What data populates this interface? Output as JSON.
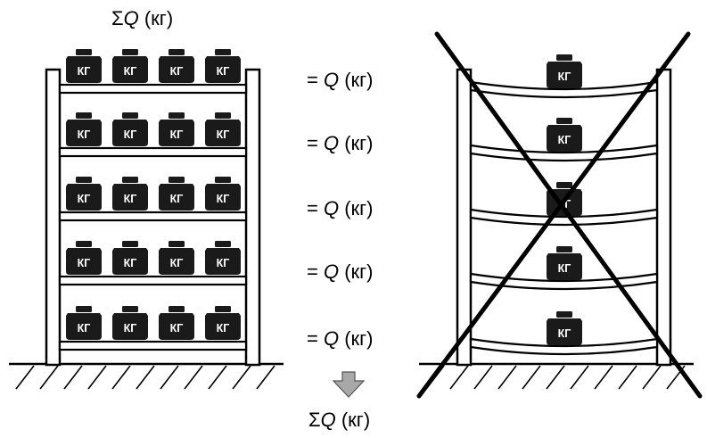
{
  "labels": {
    "sum_sign": "Σ",
    "q": "Q",
    "unit": " (кг)",
    "eq_prefix": "= "
  },
  "weight_label": "КГ",
  "rows": [
    "= Q (кг)",
    "= Q (кг)",
    "= Q (кг)",
    "= Q (кг)",
    "= Q (кг)"
  ],
  "colors": {
    "ink": "#000000",
    "background": "#ffffff",
    "arrow": "#a8a8a8",
    "weight": "#1a1a1a"
  },
  "icons": [
    "weight-icon",
    "down-arrow-icon",
    "cross-out-icon",
    "ground-hatch-icon"
  ]
}
